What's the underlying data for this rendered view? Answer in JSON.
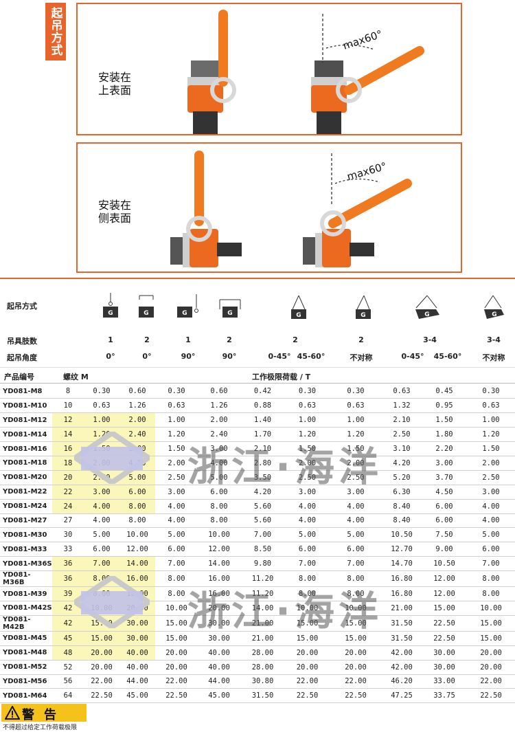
{
  "section_tag": "起吊方式",
  "panel1": {
    "label_line1": "安装在",
    "label_line2": "上表面",
    "angle_label": "max60°"
  },
  "panel2": {
    "label_line1": "安装在",
    "label_line2": "侧表面",
    "angle_label": "max60°"
  },
  "labels": {
    "lifting_method": "起吊方式",
    "legs": "吊具肢数",
    "angle": "起吊角度",
    "product_code": "产品编号",
    "thread": "螺纹 M",
    "wll": "工作极限荷载 / T"
  },
  "icon_letter": "G",
  "columns": [
    {
      "legs": "1",
      "angle": "0°"
    },
    {
      "legs": "2",
      "angle": "0°"
    },
    {
      "legs": "1",
      "angle": "90°"
    },
    {
      "legs": "2",
      "angle": "90°"
    },
    {
      "legs": "2",
      "angle": "0-45°"
    },
    {
      "legs": "",
      "angle": "45-60°"
    },
    {
      "legs": "2",
      "angle": "不对称"
    },
    {
      "legs": "3-4",
      "angle": "0-45°"
    },
    {
      "legs": "",
      "angle": "45-60°"
    },
    {
      "legs": "3-4",
      "angle": "不对称"
    }
  ],
  "rows": [
    [
      "YD081-M8",
      "8",
      "0.30",
      "0.60",
      "0.30",
      "0.60",
      "0.42",
      "0.30",
      "0.30",
      "0.63",
      "0.45",
      "0.30"
    ],
    [
      "YD081-M10",
      "10",
      "0.63",
      "1.26",
      "0.63",
      "1.26",
      "0.88",
      "0.63",
      "0.63",
      "1.32",
      "0.95",
      "0.63"
    ],
    [
      "YD081-M12",
      "12",
      "1.00",
      "2.00",
      "1.00",
      "2.00",
      "1.40",
      "1.00",
      "1.00",
      "2.10",
      "1.50",
      "1.00"
    ],
    [
      "YD081-M14",
      "14",
      "1.20",
      "2.40",
      "1.20",
      "2.40",
      "1.70",
      "1.20",
      "1.20",
      "2.50",
      "1.80",
      "1.20"
    ],
    [
      "YD081-M16",
      "16",
      "1.50",
      "3.00",
      "1.50",
      "3.00",
      "2.10",
      "1.50",
      "1.50",
      "3.10",
      "2.20",
      "1.50"
    ],
    [
      "YD081-M18",
      "18",
      "2.00",
      "4.00",
      "2.00",
      "4.00",
      "2.80",
      "2.00",
      "2.00",
      "4.20",
      "3.00",
      "2.00"
    ],
    [
      "YD081-M20",
      "20",
      "2.50",
      "5.00",
      "2.50",
      "5.00",
      "3.50",
      "2.50",
      "2.50",
      "5.20",
      "3.70",
      "2.50"
    ],
    [
      "YD081-M22",
      "22",
      "3.00",
      "6.00",
      "3.00",
      "6.00",
      "4.20",
      "3.00",
      "3.00",
      "6.30",
      "4.50",
      "3.00"
    ],
    [
      "YD081-M24",
      "24",
      "4.00",
      "8.00",
      "4.00",
      "8.00",
      "5.60",
      "4.00",
      "4.00",
      "8.40",
      "6.00",
      "4.00"
    ],
    [
      "YD081-M27",
      "27",
      "4.00",
      "8.00",
      "4.00",
      "8.00",
      "5.60",
      "4.00",
      "4.00",
      "8.40",
      "6.00",
      "4.00"
    ],
    [
      "YD081-M30",
      "30",
      "5.00",
      "10.00",
      "5.00",
      "10.00",
      "7.00",
      "5.00",
      "5.00",
      "10.50",
      "7.50",
      "5.00"
    ],
    [
      "YD081-M33",
      "33",
      "6.00",
      "12.00",
      "6.00",
      "12.00",
      "8.50",
      "6.00",
      "6.00",
      "12.70",
      "9.00",
      "6.00"
    ],
    [
      "YD081-M36S",
      "36",
      "7.00",
      "14.00",
      "7.00",
      "14.00",
      "9.80",
      "7.00",
      "7.00",
      "14.70",
      "10.50",
      "7.00"
    ],
    [
      "YD081-M36B",
      "36",
      "8.00",
      "16.00",
      "8.00",
      "16.00",
      "11.20",
      "8.00",
      "8.00",
      "16.80",
      "12.00",
      "8.00"
    ],
    [
      "YD081-M39",
      "39",
      "8.00",
      "16.00",
      "8.00",
      "16.00",
      "11.20",
      "8.00",
      "8.00",
      "16.80",
      "12.00",
      "8.00"
    ],
    [
      "YD081-M42S",
      "42",
      "10.00",
      "20.00",
      "10.00",
      "20.00",
      "14.00",
      "10.00",
      "10.00",
      "21.00",
      "15.00",
      "10.00"
    ],
    [
      "YD081-M42B",
      "42",
      "15.00",
      "30.00",
      "15.00",
      "30.00",
      "21.00",
      "15.00",
      "15.00",
      "31.50",
      "22.50",
      "15.00"
    ],
    [
      "YD081-M45",
      "45",
      "15.00",
      "30.00",
      "15.00",
      "30.00",
      "21.00",
      "15.00",
      "15.00",
      "31.50",
      "22.50",
      "15.00"
    ],
    [
      "YD081-M48",
      "48",
      "20.00",
      "40.00",
      "20.00",
      "40.00",
      "28.00",
      "20.00",
      "20.00",
      "42.00",
      "30.00",
      "20.00"
    ],
    [
      "YD081-M52",
      "52",
      "20.00",
      "40.00",
      "20.00",
      "40.00",
      "28.00",
      "20.00",
      "20.00",
      "42.00",
      "30.00",
      "20.00"
    ],
    [
      "YD081-M56",
      "56",
      "22.00",
      "44.00",
      "22.00",
      "44.00",
      "30.80",
      "22.00",
      "22.00",
      "46.20",
      "33.00",
      "22.00"
    ],
    [
      "YD081-M64",
      "64",
      "22.50",
      "45.00",
      "22.50",
      "45.00",
      "31.50",
      "22.50",
      "22.50",
      "47.25",
      "33.75",
      "22.50"
    ]
  ],
  "highlight_rows": [
    2,
    3,
    4,
    5,
    6,
    7,
    8,
    12,
    13,
    14,
    15,
    16,
    17,
    18
  ],
  "watermark": {
    "text": "浙江·海洋"
  },
  "warning": {
    "title": "警告",
    "subtitle": "不得超过给定工作荷载极限"
  },
  "colors": {
    "brand_orange": "#e8642a",
    "highlight_yellow": "#fbf6b9",
    "warning_yellow": "#f4c21b"
  }
}
